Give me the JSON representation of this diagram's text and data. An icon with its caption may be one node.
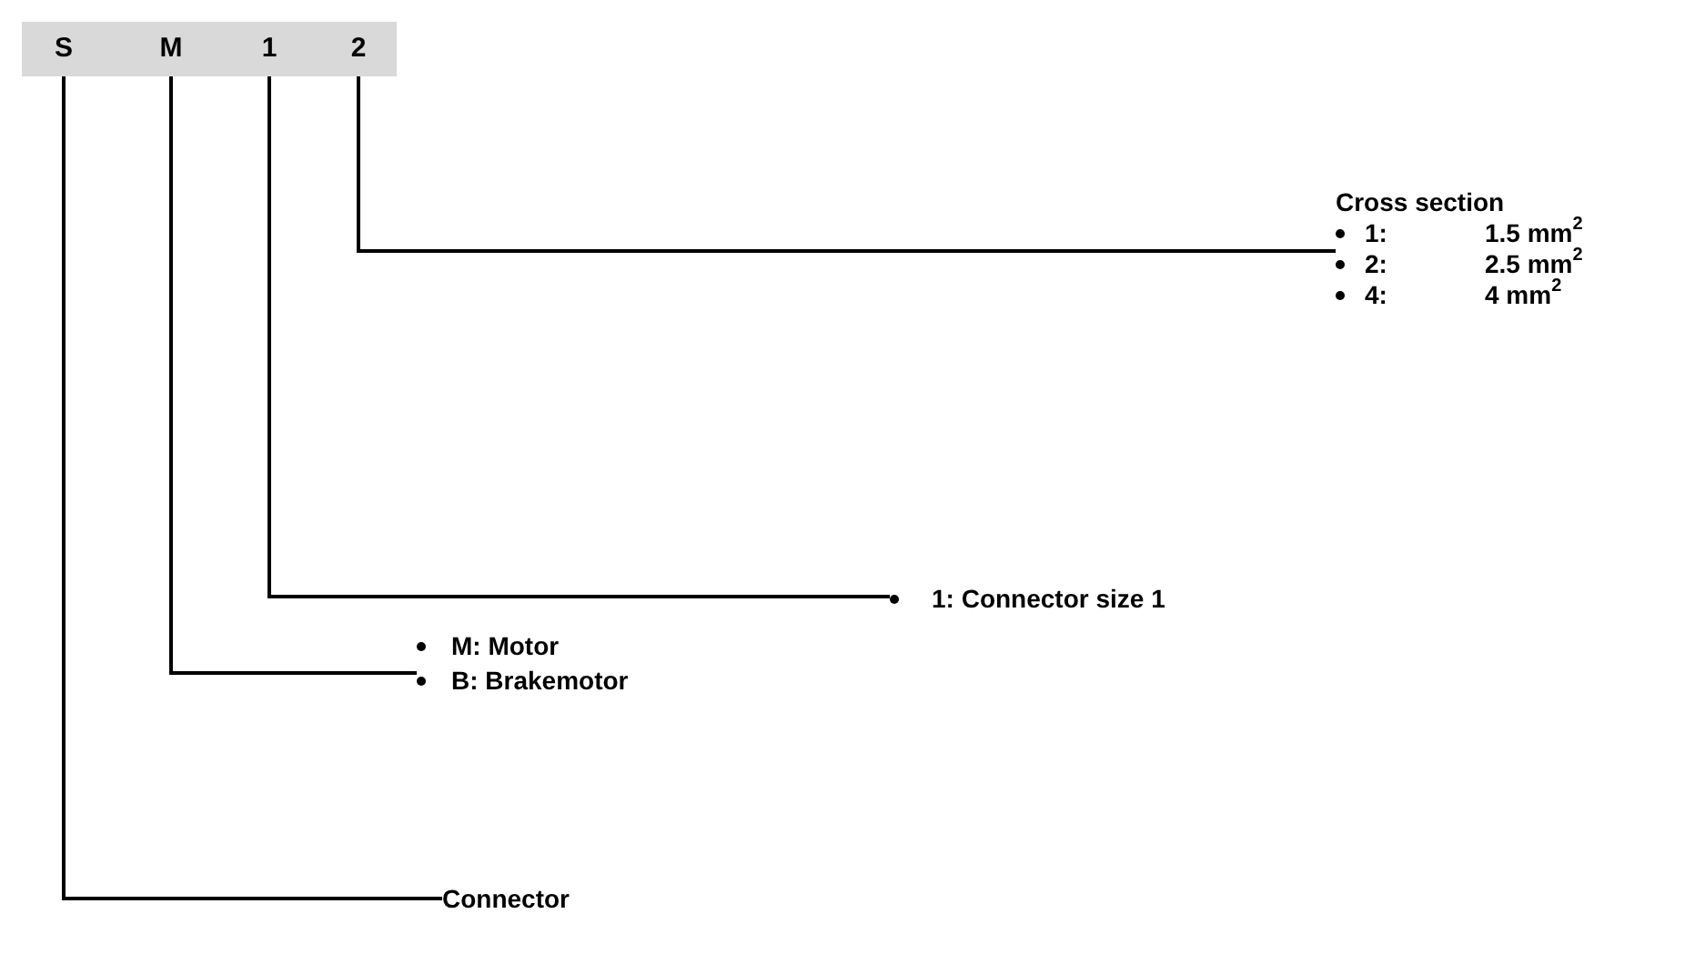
{
  "diagram": {
    "nodes": [
      {
        "text": [
          "S"
        ]
      },
      {
        "text": [
          "M"
        ]
      },
      {
        "text": [
          "1"
        ]
      },
      {
        "text": [
          "2"
        ]
      },
      {
        "text": [
          "Cross section",
          "1:",
          "1.5 mm$^{2}$",
          "2:",
          "2.5 mm$^{2}$",
          "4:",
          "4 mm$^{2}$"
        ]
      },
      {
        "text": [
          "1: Connector size 1"
        ]
      },
      {
        "text": [
          "M: Motor",
          "B: Brakemotor"
        ]
      },
      {
        "text": [
          "Connector"
        ]
      }
    ],
    "edges": [
      {
        "from": 3,
        "to": 4,
        "arrow": "none"
      },
      {
        "from": 2,
        "to": 5,
        "arrow": "none"
      },
      {
        "from": 1,
        "to": 6,
        "arrow": "none"
      },
      {
        "from": 0,
        "to": 7,
        "arrow": "none"
      }
    ]
  }
}
